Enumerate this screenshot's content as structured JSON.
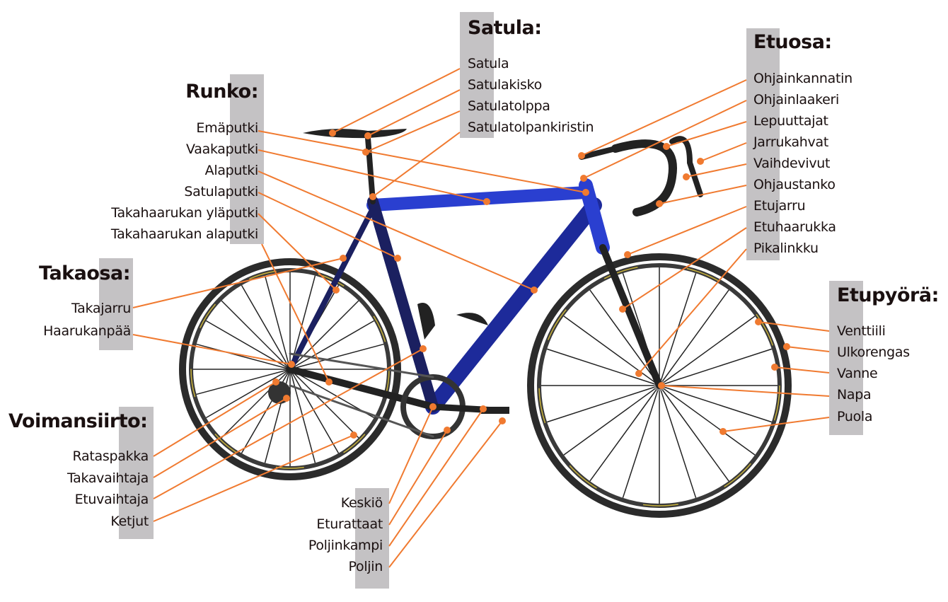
{
  "colors": {
    "leader": "#f07a30",
    "label_bar": "#c4c2c4",
    "frame": "#2a3fd0",
    "tire": "#2b2b2b"
  },
  "groups": {
    "satula": {
      "title": "Satula:",
      "items": [
        "Satula",
        "Satulakisko",
        "Satulatolppa",
        "Satulatolpankiristin"
      ]
    },
    "etuosa": {
      "title": "Etuosa:",
      "items": [
        "Ohjainkannatin",
        "Ohjainlaakeri",
        "Lepuuttajat",
        "Jarrukahvat",
        "Vaihdevivut",
        "Ohjaustanko",
        "Etujarru",
        "Etuhaarukka",
        "Pikalinkku"
      ]
    },
    "runko": {
      "title": "Runko:",
      "items": [
        "Emäputki",
        "Vaakaputki",
        "Alaputki",
        "Satulaputki",
        "Takahaarukan yläputki",
        "Takahaarukan alaputki"
      ]
    },
    "takaosa": {
      "title": "Takaosa:",
      "items": [
        "Takajarru",
        "Haarukanpää"
      ]
    },
    "voimansiirto": {
      "title": "Voimansiirto:",
      "items": [
        "Rataspakka",
        "Takavaihtaja",
        "Etuvaihtaja",
        "Ketjut"
      ]
    },
    "keskio": {
      "items": [
        "Keskiö",
        "Eturattaat",
        "Poljinkampi",
        "Poljin"
      ]
    },
    "etupyora": {
      "title": "Etupyörä:",
      "items": [
        "Venttiili",
        "Ulkorengas",
        "Vanne",
        "Napa",
        "Puola"
      ]
    }
  }
}
